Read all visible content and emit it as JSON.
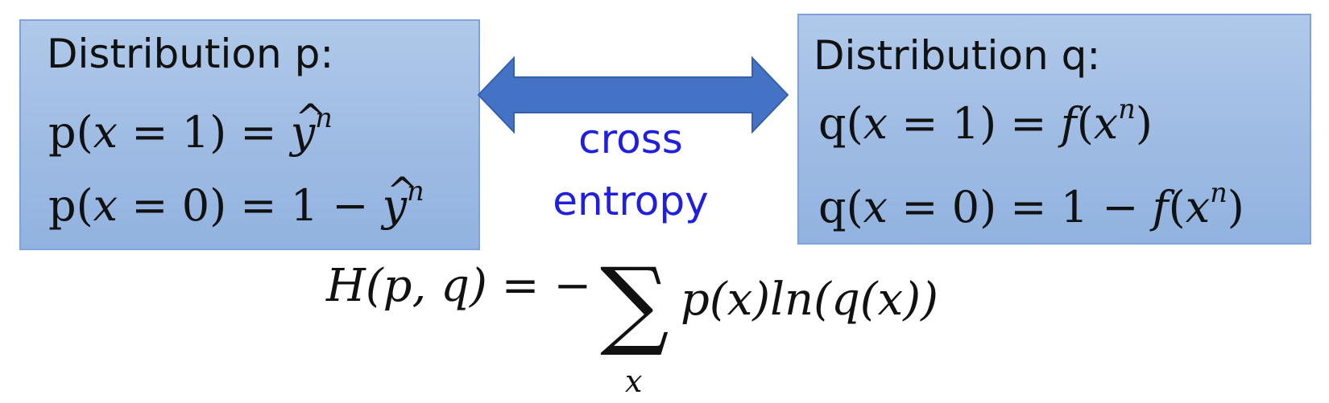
{
  "box_p": {
    "title": "Distribution p:",
    "line1": {
      "fn": "p",
      "var": "x",
      "val": "1",
      "rhs_prefix": "",
      "rhs_symbol": "y",
      "rhs_sup": "n"
    },
    "line2": {
      "fn": "p",
      "var": "x",
      "val": "0",
      "rhs_prefix": "1 − ",
      "rhs_symbol": "y",
      "rhs_sup": "n"
    }
  },
  "box_q": {
    "title": "Distribution q:",
    "line1": {
      "fn": "q",
      "var": "x",
      "val": "1",
      "rhs_prefix": "",
      "rhs_func": "f",
      "rhs_arg": "x",
      "rhs_sup": "n"
    },
    "line2": {
      "fn": "q",
      "var": "x",
      "val": "0",
      "rhs_prefix": "1 − ",
      "rhs_func": "f",
      "rhs_arg": "x",
      "rhs_sup": "n"
    }
  },
  "link_label": {
    "line1": "cross",
    "line2": "entropy"
  },
  "formula": {
    "lhs": "H(p, q) = −",
    "sum_symbol": "∑",
    "sum_subscript": "x",
    "rhs": "p(x)ln(q(x))"
  },
  "colors": {
    "box_fill": "#9ebbe3",
    "box_border": "#7ea3d6",
    "arrow": "#4472c4",
    "label_text": "#1f1fdd"
  }
}
